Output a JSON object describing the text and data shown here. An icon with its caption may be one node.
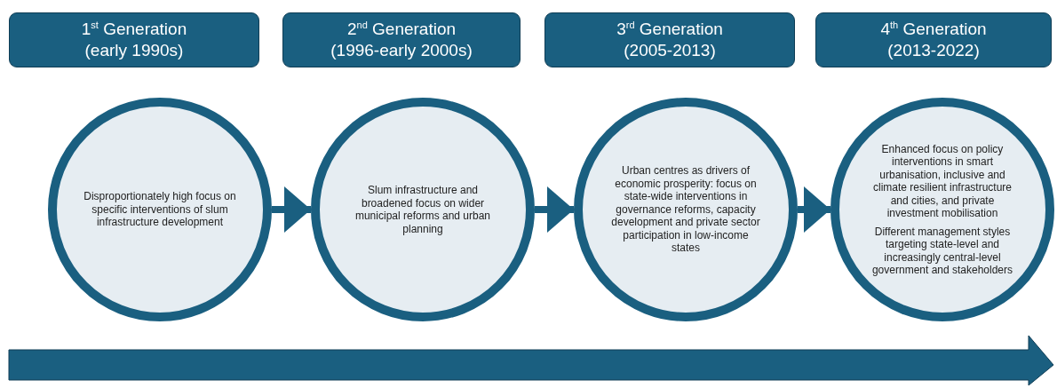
{
  "diagram": {
    "nodes": [
      {
        "text": [
          "1$^{st}$ Generation",
          "(early 1990s)"
        ]
      },
      {
        "text": [
          "2$^{nd}$ Generation",
          "(1996-early 2000s)"
        ]
      },
      {
        "text": [
          "3$^{rd}$ Generation",
          "(2005-2013)"
        ]
      },
      {
        "text": [
          "4$^{th}$ Generation",
          "(2013-2022)"
        ]
      },
      {
        "text": [
          "Disproportionately high focus on specific interventions of slum infrastructure development"
        ]
      },
      {
        "text": [
          "Slum infrastructure and broadened focus on wider municipal reforms and urban planning"
        ]
      },
      {
        "text": [
          "Urban centres as drivers of economic prosperity: focus on state-wide interventions in governance reforms, capacity development and private sector participation in low-income states"
        ]
      },
      {
        "text": [
          "Enhanced focus on policy interventions in smart urbanisation, inclusive and climate resilient infrastructure and cities, and private investment mobilisation",
          "Different management styles targeting state-level and increasingly central-level government and stakeholders"
        ]
      }
    ],
    "edges": [
      {
        "from": 4,
        "to": 5,
        "arrow": "to"
      },
      {
        "from": 5,
        "to": 6,
        "arrow": "to"
      },
      {
        "from": 6,
        "to": 7,
        "arrow": "to"
      }
    ]
  }
}
